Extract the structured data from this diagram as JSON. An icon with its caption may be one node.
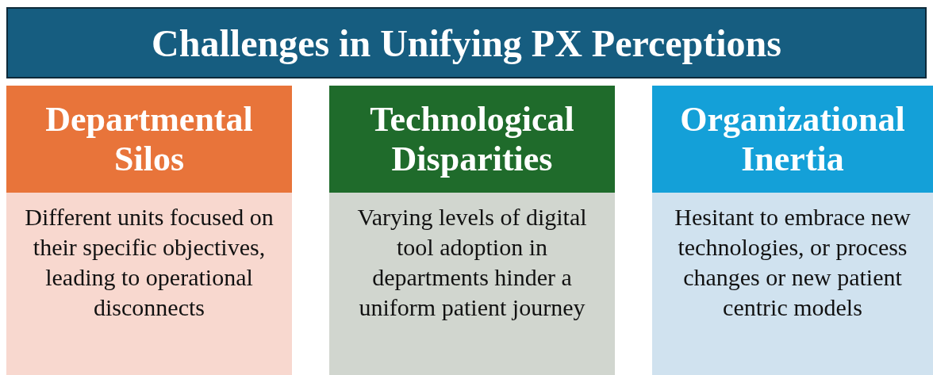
{
  "diagram": {
    "title": "Challenges in Unifying PX Perceptions",
    "nodes": [
      {
        "text": [
          "Departmental Silos",
          "Different units focused on their specific objectives, leading to operational disconnects"
        ]
      },
      {
        "text": [
          "Technological Disparities",
          "Varying levels of digital tool adoption in departments hinder a uniform patient journey"
        ]
      },
      {
        "text": [
          "Organizational Inertia",
          "Hesitant to embrace new technologies, or process changes or new patient centric models"
        ]
      }
    ]
  }
}
